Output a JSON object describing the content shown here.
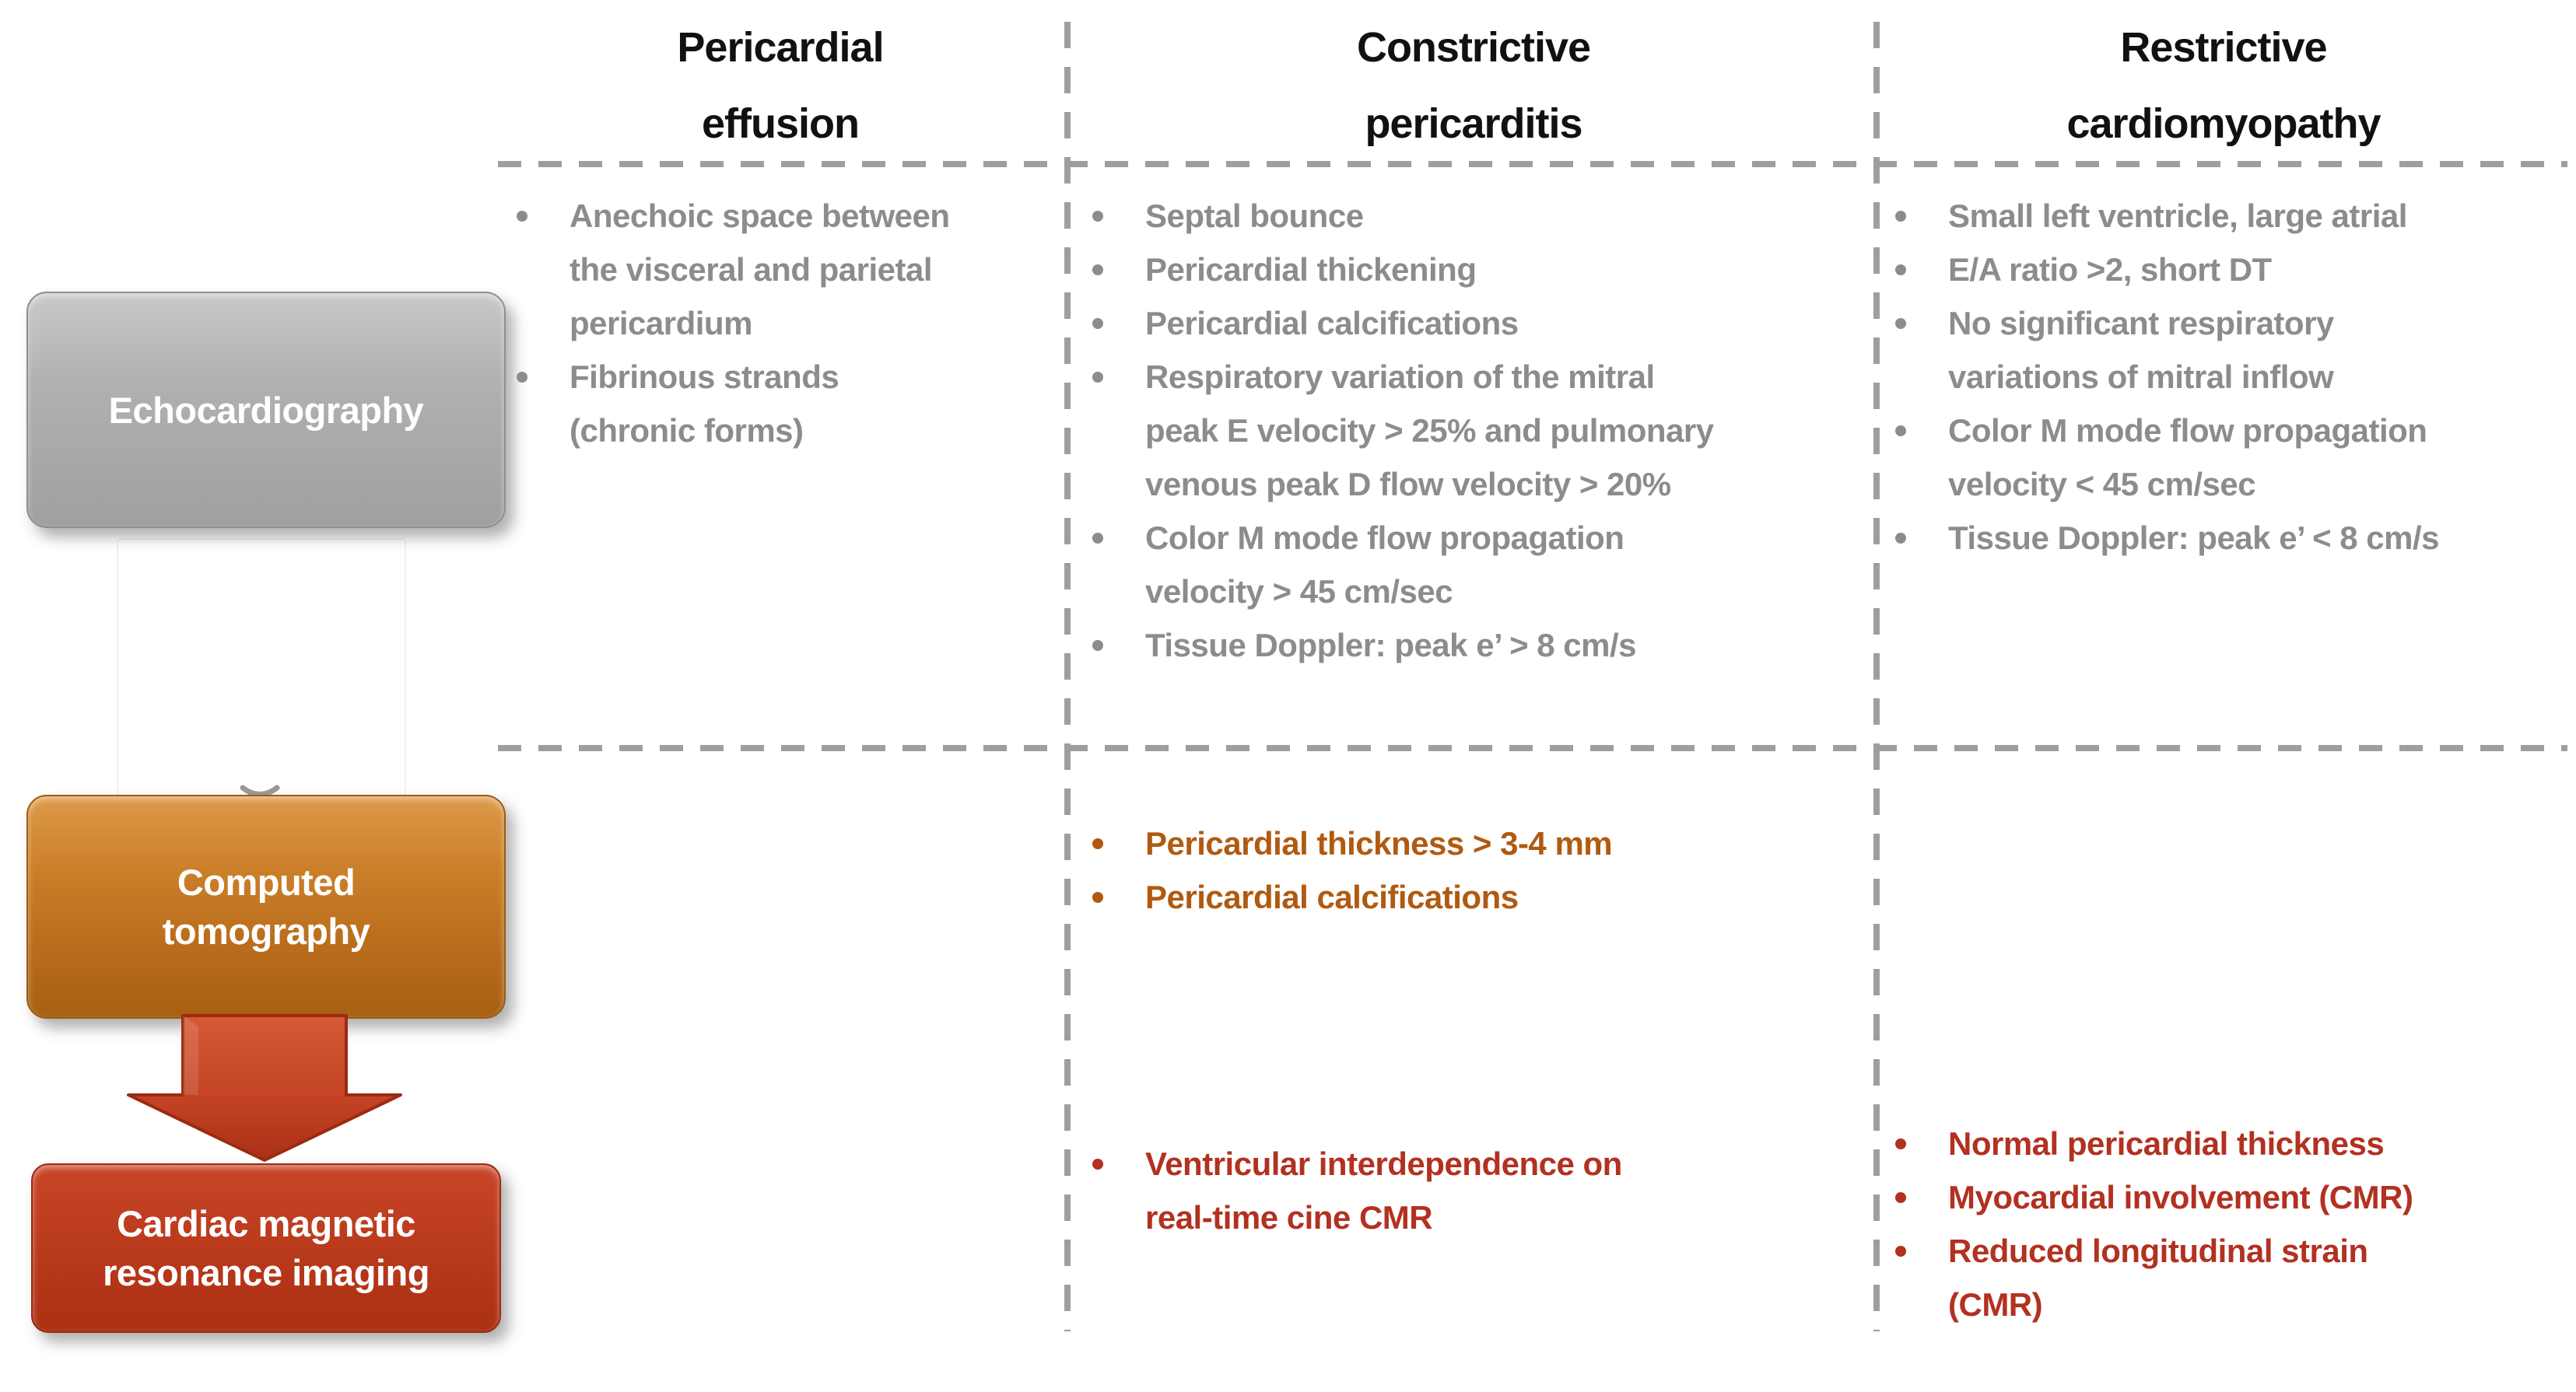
{
  "figure": {
    "columns": [
      {
        "title": "Pericardial\neffusion"
      },
      {
        "title": "Constrictive\npericarditis"
      },
      {
        "title": "Restrictive\ncardiomyopathy"
      }
    ],
    "rows": [
      {
        "label": "Echocardiography",
        "text_color": "#8c8c8c",
        "cells": [
          {
            "bullets": [
              "Anechoic space between\nthe visceral and parietal\npericardium",
              "Fibrinous strands\n(chronic forms)"
            ]
          },
          {
            "bullets": [
              "Septal bounce",
              "Pericardial thickening",
              "Pericardial calcifications",
              "Respiratory variation of the mitral\npeak E velocity > 25% and pulmonary\nvenous peak D flow velocity > 20%",
              "Color M mode flow propagation\nvelocity > 45 cm/sec",
              "Tissue Doppler: peak e’ > 8 cm/s"
            ]
          },
          {
            "bullets": [
              "Small left ventricle, large atrial",
              "E/A ratio >2, short DT",
              "No significant respiratory\nvariations of mitral inflow",
              "Color M mode flow propagation\nvelocity < 45 cm/sec",
              "Tissue Doppler: peak e’ < 8 cm/s"
            ]
          }
        ]
      },
      {
        "label": "Computed\ntomography",
        "text_color": "#b05a11",
        "cells": [
          {
            "bullets": []
          },
          {
            "bullets": [
              "Pericardial thickness > 3-4 mm",
              "Pericardial calcifications"
            ]
          },
          {
            "bullets": []
          }
        ]
      },
      {
        "label": "Cardiac magnetic\nresonance imaging",
        "text_color": "#b23120",
        "cells": [
          {
            "bullets": []
          },
          {
            "bullets": [
              "Ventricular interdependence on\nreal-time cine CMR"
            ]
          },
          {
            "bullets": [
              "Normal pericardial thickness",
              "Myocardial involvement (CMR)",
              "Reduced longitudinal strain\n(CMR)"
            ]
          }
        ]
      }
    ],
    "colors": {
      "grid_line": "#9e9e9e",
      "echo_box": "#a7a7a7",
      "ct_box": "#c57724",
      "cmr_box": "#b83a1b",
      "arrow": "#c2492a",
      "gray_text": "#8c8c8c",
      "ct_text": "#b05a11",
      "cmr_text": "#b23120",
      "header_text": "#111111"
    }
  }
}
